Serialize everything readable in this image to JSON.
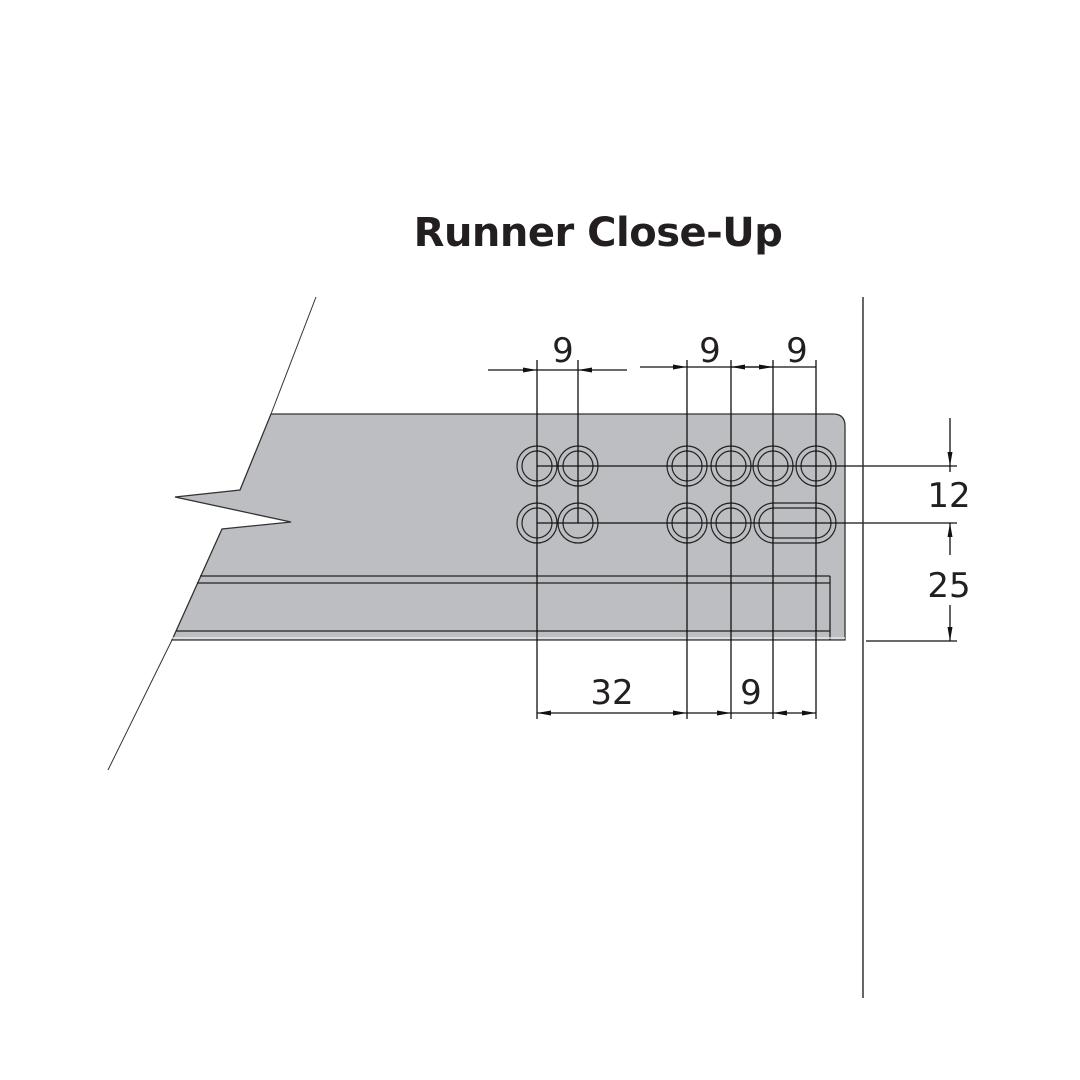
{
  "title": "Runner Close-Up",
  "dimensions": {
    "top_left_spacing": "9",
    "top_middle_spacing": "9",
    "top_right_spacing": "9",
    "bottom_group_offset": "32",
    "bottom_spacing": "9",
    "row_spacing": "12",
    "bottom_row_height": "25"
  },
  "colors": {
    "runner_fill": "#bdbec2",
    "line": "#1a1a1a"
  }
}
